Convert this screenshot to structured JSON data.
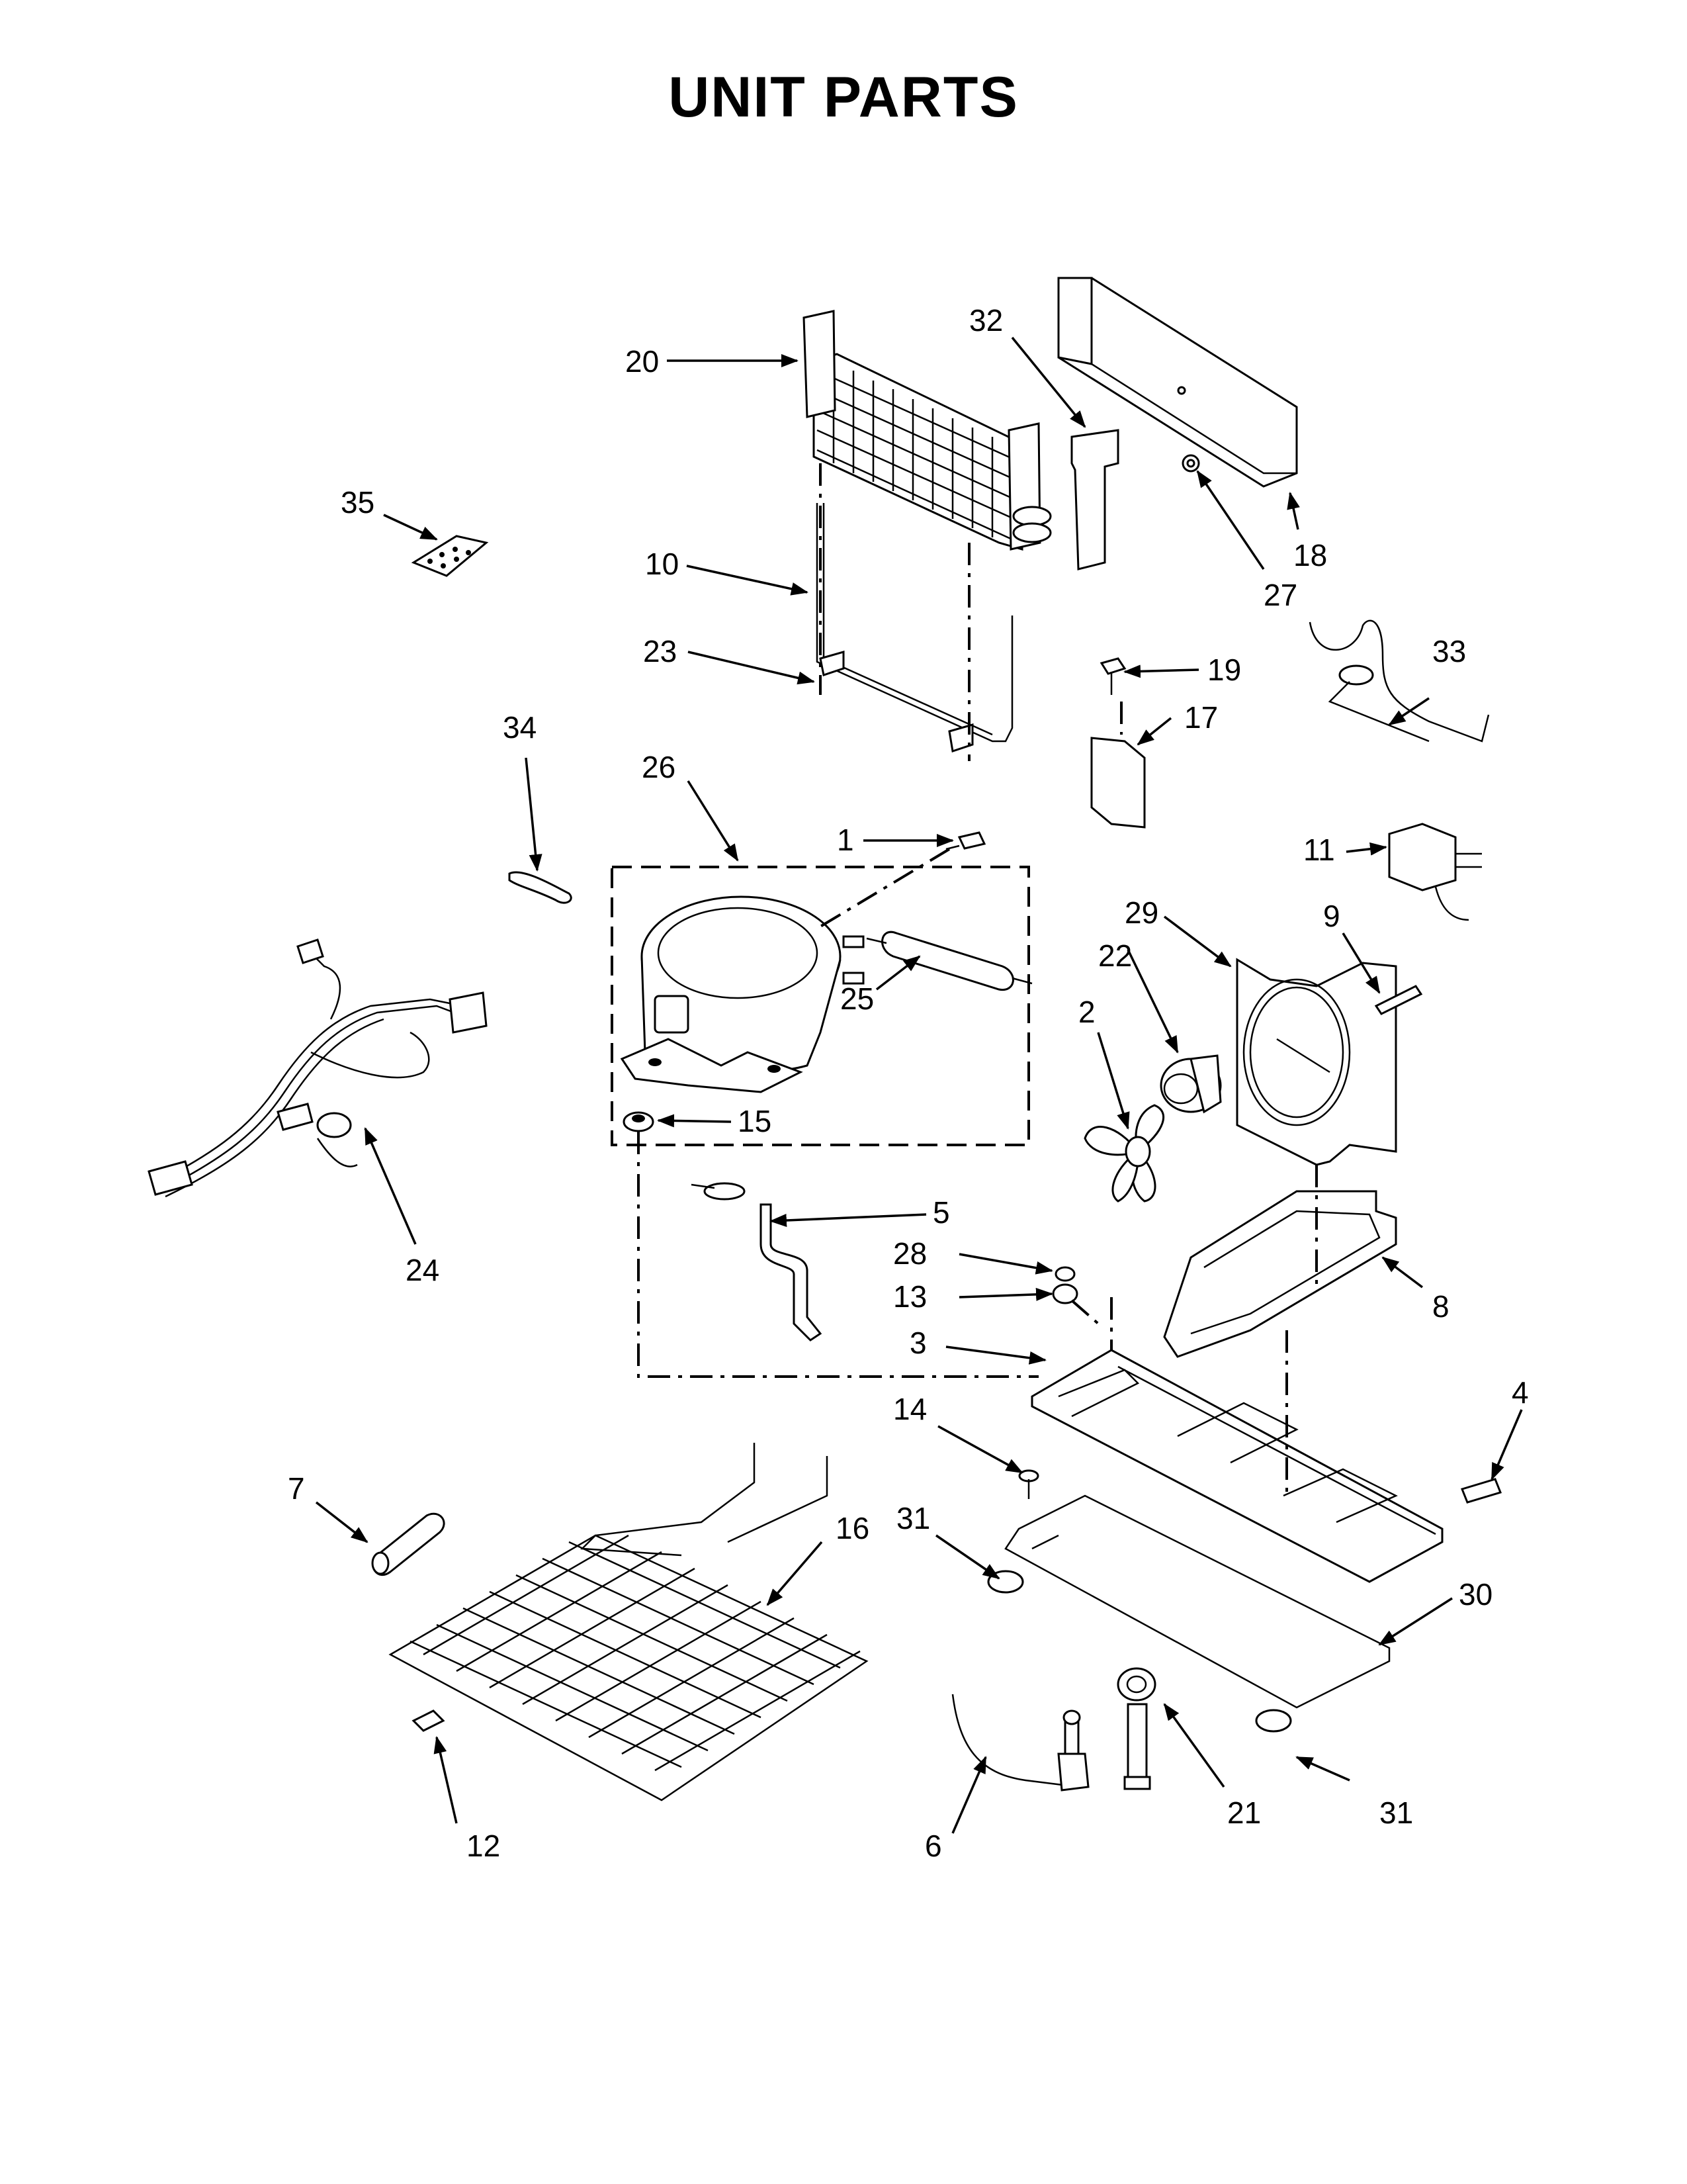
{
  "title": "UNIT PARTS",
  "callouts": [
    {
      "id": "1",
      "label": "1"
    },
    {
      "id": "2",
      "label": "2"
    },
    {
      "id": "3",
      "label": "3"
    },
    {
      "id": "4",
      "label": "4"
    },
    {
      "id": "5",
      "label": "5"
    },
    {
      "id": "6",
      "label": "6"
    },
    {
      "id": "7",
      "label": "7"
    },
    {
      "id": "8",
      "label": "8"
    },
    {
      "id": "9",
      "label": "9"
    },
    {
      "id": "10",
      "label": "10"
    },
    {
      "id": "11",
      "label": "11"
    },
    {
      "id": "12",
      "label": "12"
    },
    {
      "id": "13",
      "label": "13"
    },
    {
      "id": "14",
      "label": "14"
    },
    {
      "id": "15",
      "label": "15"
    },
    {
      "id": "16",
      "label": "16"
    },
    {
      "id": "17",
      "label": "17"
    },
    {
      "id": "18",
      "label": "18"
    },
    {
      "id": "19",
      "label": "19"
    },
    {
      "id": "20",
      "label": "20"
    },
    {
      "id": "21",
      "label": "21"
    },
    {
      "id": "22",
      "label": "22"
    },
    {
      "id": "23",
      "label": "23"
    },
    {
      "id": "24",
      "label": "24"
    },
    {
      "id": "25",
      "label": "25"
    },
    {
      "id": "26",
      "label": "26"
    },
    {
      "id": "27",
      "label": "27"
    },
    {
      "id": "28",
      "label": "28"
    },
    {
      "id": "29",
      "label": "29"
    },
    {
      "id": "30",
      "label": "30"
    },
    {
      "id": "31a",
      "label": "31"
    },
    {
      "id": "31b",
      "label": "31"
    },
    {
      "id": "32",
      "label": "32"
    },
    {
      "id": "33",
      "label": "33"
    },
    {
      "id": "34",
      "label": "34"
    },
    {
      "id": "35",
      "label": "35"
    }
  ]
}
